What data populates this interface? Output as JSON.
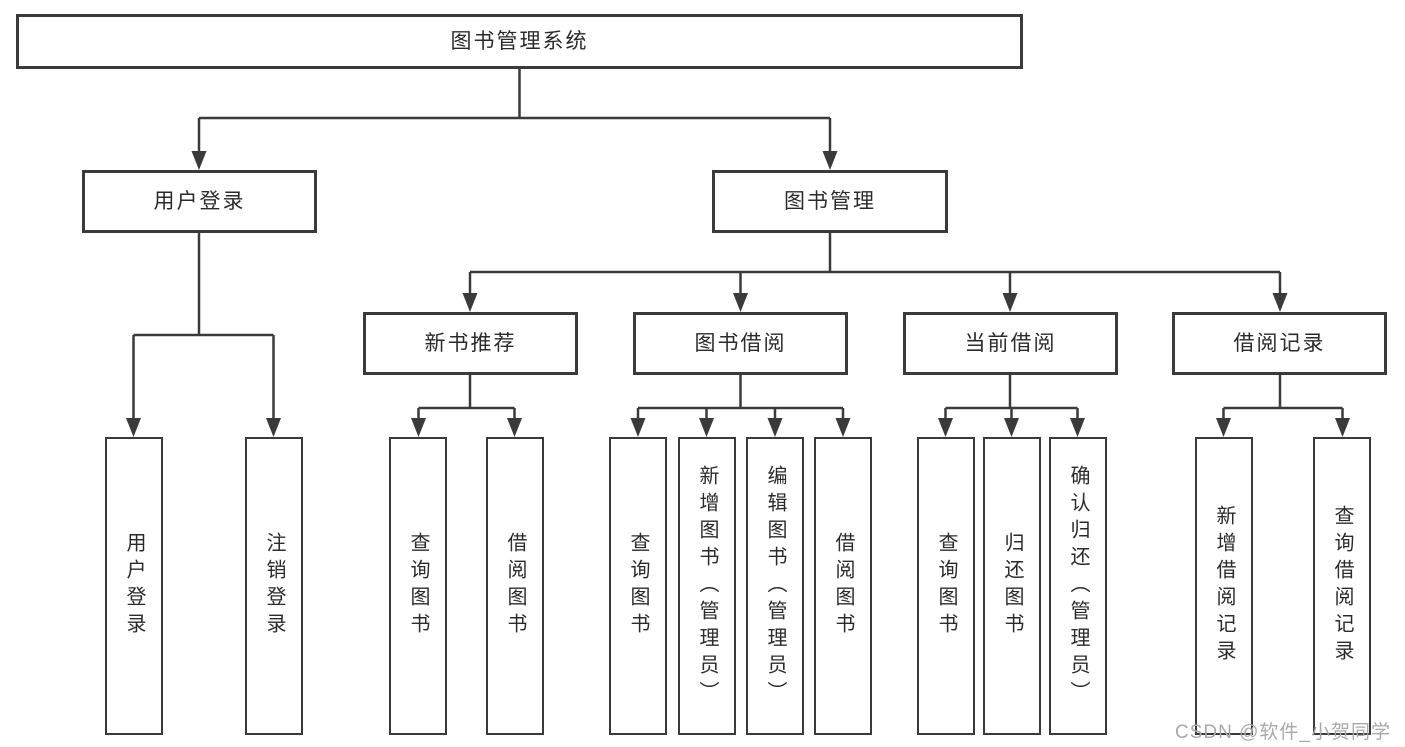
{
  "diagram": {
    "root": {
      "label": "图书管理系统"
    },
    "level1": [
      {
        "label": "用户登录"
      },
      {
        "label": "图书管理"
      }
    ],
    "level2": [
      {
        "label": "新书推荐"
      },
      {
        "label": "图书借阅"
      },
      {
        "label": "当前借阅"
      },
      {
        "label": "借阅记录"
      }
    ],
    "level3": {
      "login": [
        {
          "label": "用户登录"
        },
        {
          "label": "注销登录"
        }
      ],
      "recommend": [
        {
          "label": "查询图书"
        },
        {
          "label": "借阅图书"
        }
      ],
      "borrow": [
        {
          "label": "查询图书"
        },
        {
          "label": "新增图书（管理员）"
        },
        {
          "label": "编辑图书（管理员）"
        },
        {
          "label": "借阅图书"
        }
      ],
      "current": [
        {
          "label": "查询图书"
        },
        {
          "label": "归还图书"
        },
        {
          "label": "确认归还（管理员）"
        }
      ],
      "records": [
        {
          "label": "新增借阅记录"
        },
        {
          "label": "查询借阅记录"
        }
      ]
    }
  },
  "watermark": {
    "text": "CSDN @软件_小贺同学"
  },
  "colors": {
    "line": "#3a3a3a",
    "box_fill": "#ffffff",
    "text": "#2b2b2b",
    "watermark": "#a9a9a9"
  }
}
